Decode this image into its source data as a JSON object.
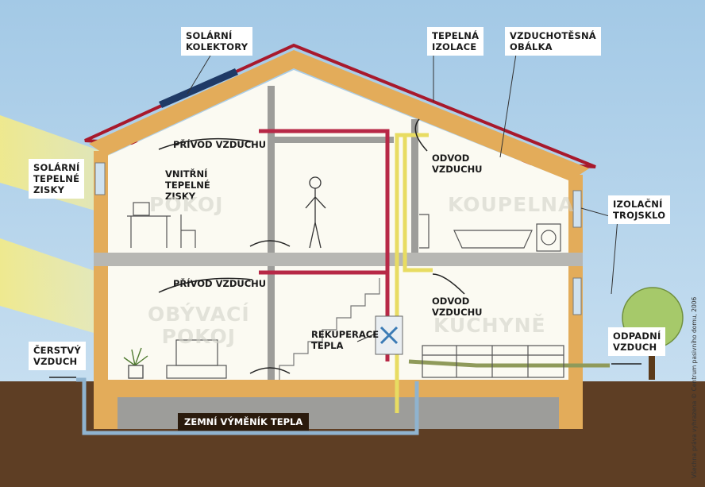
{
  "labels": {
    "solar_collectors": [
      "SOLÁRNÍ",
      "KOLEKTORY"
    ],
    "thermal_insulation": [
      "TEPELNÁ",
      "IZOLACE"
    ],
    "airtight_envelope": [
      "VZDUCHOTĚSNÁ",
      "OBÁLKA"
    ],
    "solar_gains": [
      "SOLÁRNÍ",
      "TEPELNÉ",
      "ZISKY"
    ],
    "internal_gains": [
      "VNITŘNÍ",
      "TEPELNÉ",
      "ZISKY"
    ],
    "air_supply_upper": "PŘÍVOD VZDUCHU",
    "air_supply_lower": "PŘÍVOD VZDUCHU",
    "air_exhaust_upper": [
      "ODVOD",
      "VZDUCHU"
    ],
    "air_exhaust_lower": [
      "ODVOD",
      "VZDUCHU"
    ],
    "triple_glazing": [
      "IZOLAČNÍ",
      "TROJSKLO"
    ],
    "heat_recovery": [
      "REKUPERACE",
      "TEPLA"
    ],
    "fresh_air": [
      "ČERSTVÝ",
      "VZDUCH"
    ],
    "waste_air": [
      "ODPADNÍ",
      "VZDUCH"
    ],
    "ground_exchanger": "ZEMNÍ VÝMĚNÍK TEPLA"
  },
  "rooms": {
    "room": "POKOJ",
    "bathroom": "KOUPELNA",
    "living_room": [
      "OBÝVACÍ",
      "POKOJ"
    ],
    "kitchen": "KUCHYNĚ"
  },
  "credit": "Všechna práva vyhrazena © Centrum pasivního domu, 2006",
  "colors": {
    "sky": "#a9cde8",
    "ground": "#5e3e24",
    "wall": "#e3ac5a",
    "interior": "#fbfaf2",
    "supply_duct": "#b72846",
    "exhaust_duct": "#e8dc62",
    "ground_pipe": "#8fb3cf",
    "roof_edge": "#a8192c"
  }
}
